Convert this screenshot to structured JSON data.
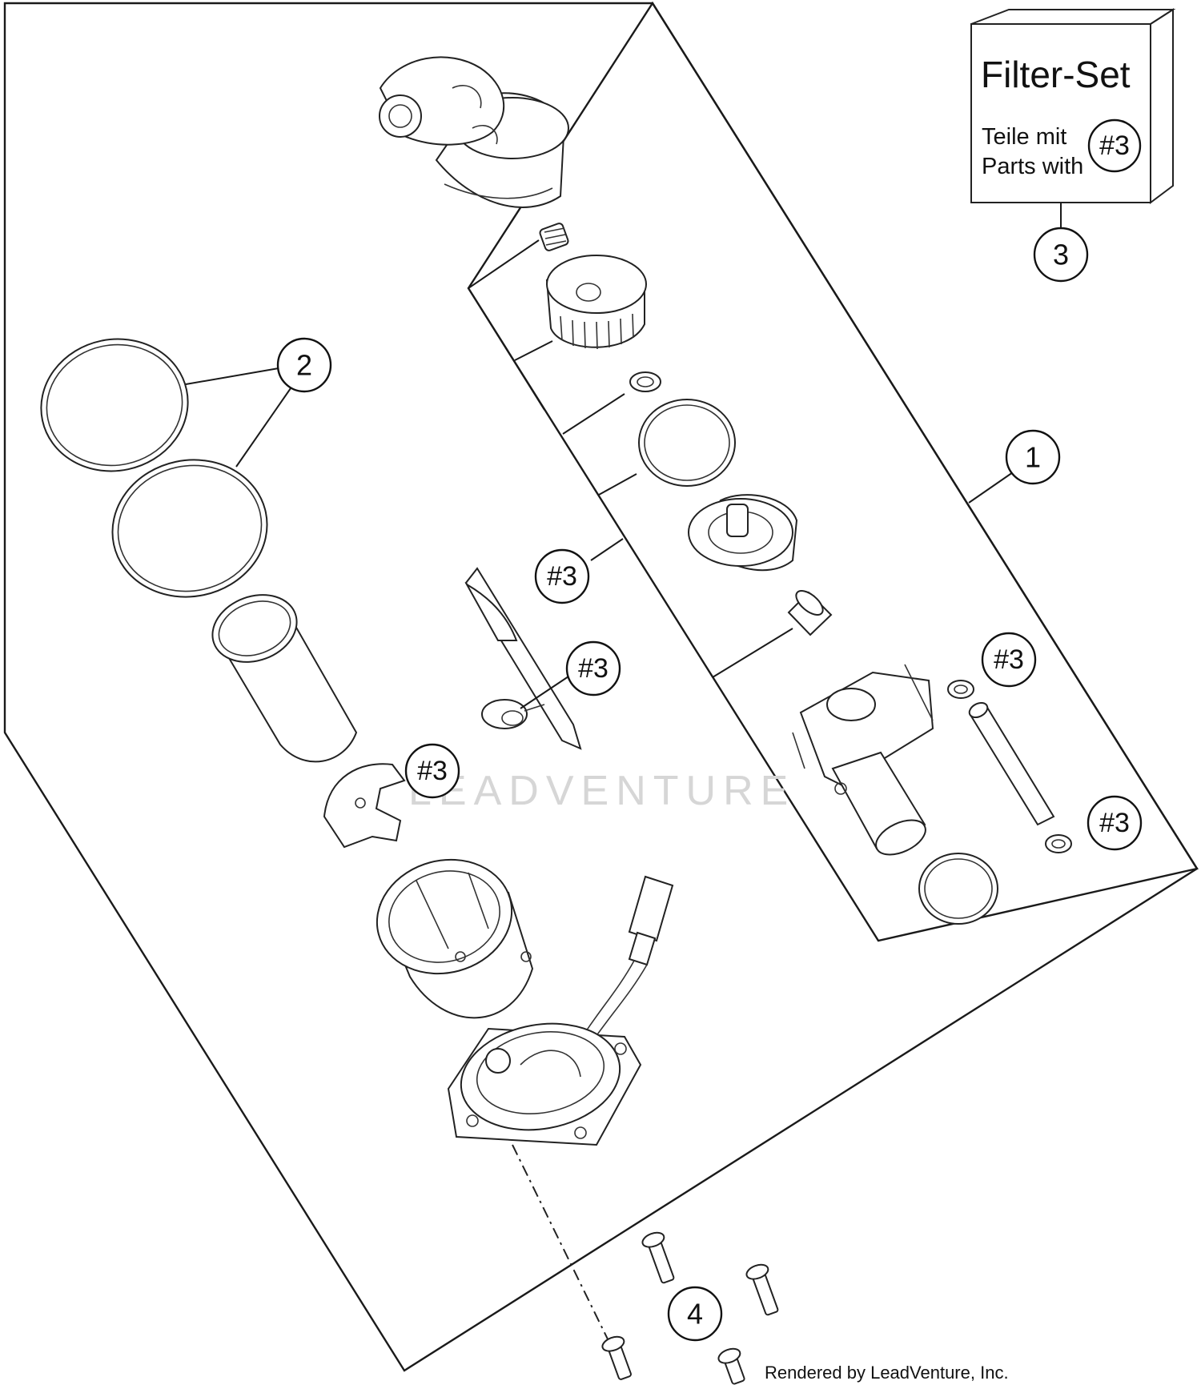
{
  "filter_box": {
    "title": "Filter-Set",
    "line1": "Teile mit",
    "line2": "Parts with",
    "badge": "#3"
  },
  "callouts": {
    "c1": "1",
    "c2": "2",
    "c3": "3",
    "c4": "4"
  },
  "hash_labels": {
    "h1": "#3",
    "h2": "#3",
    "h3": "#3",
    "h4": "#3",
    "h5": "#3"
  },
  "watermark": "LEADVENTURE",
  "footer": "Rendered by LeadVenture, Inc."
}
